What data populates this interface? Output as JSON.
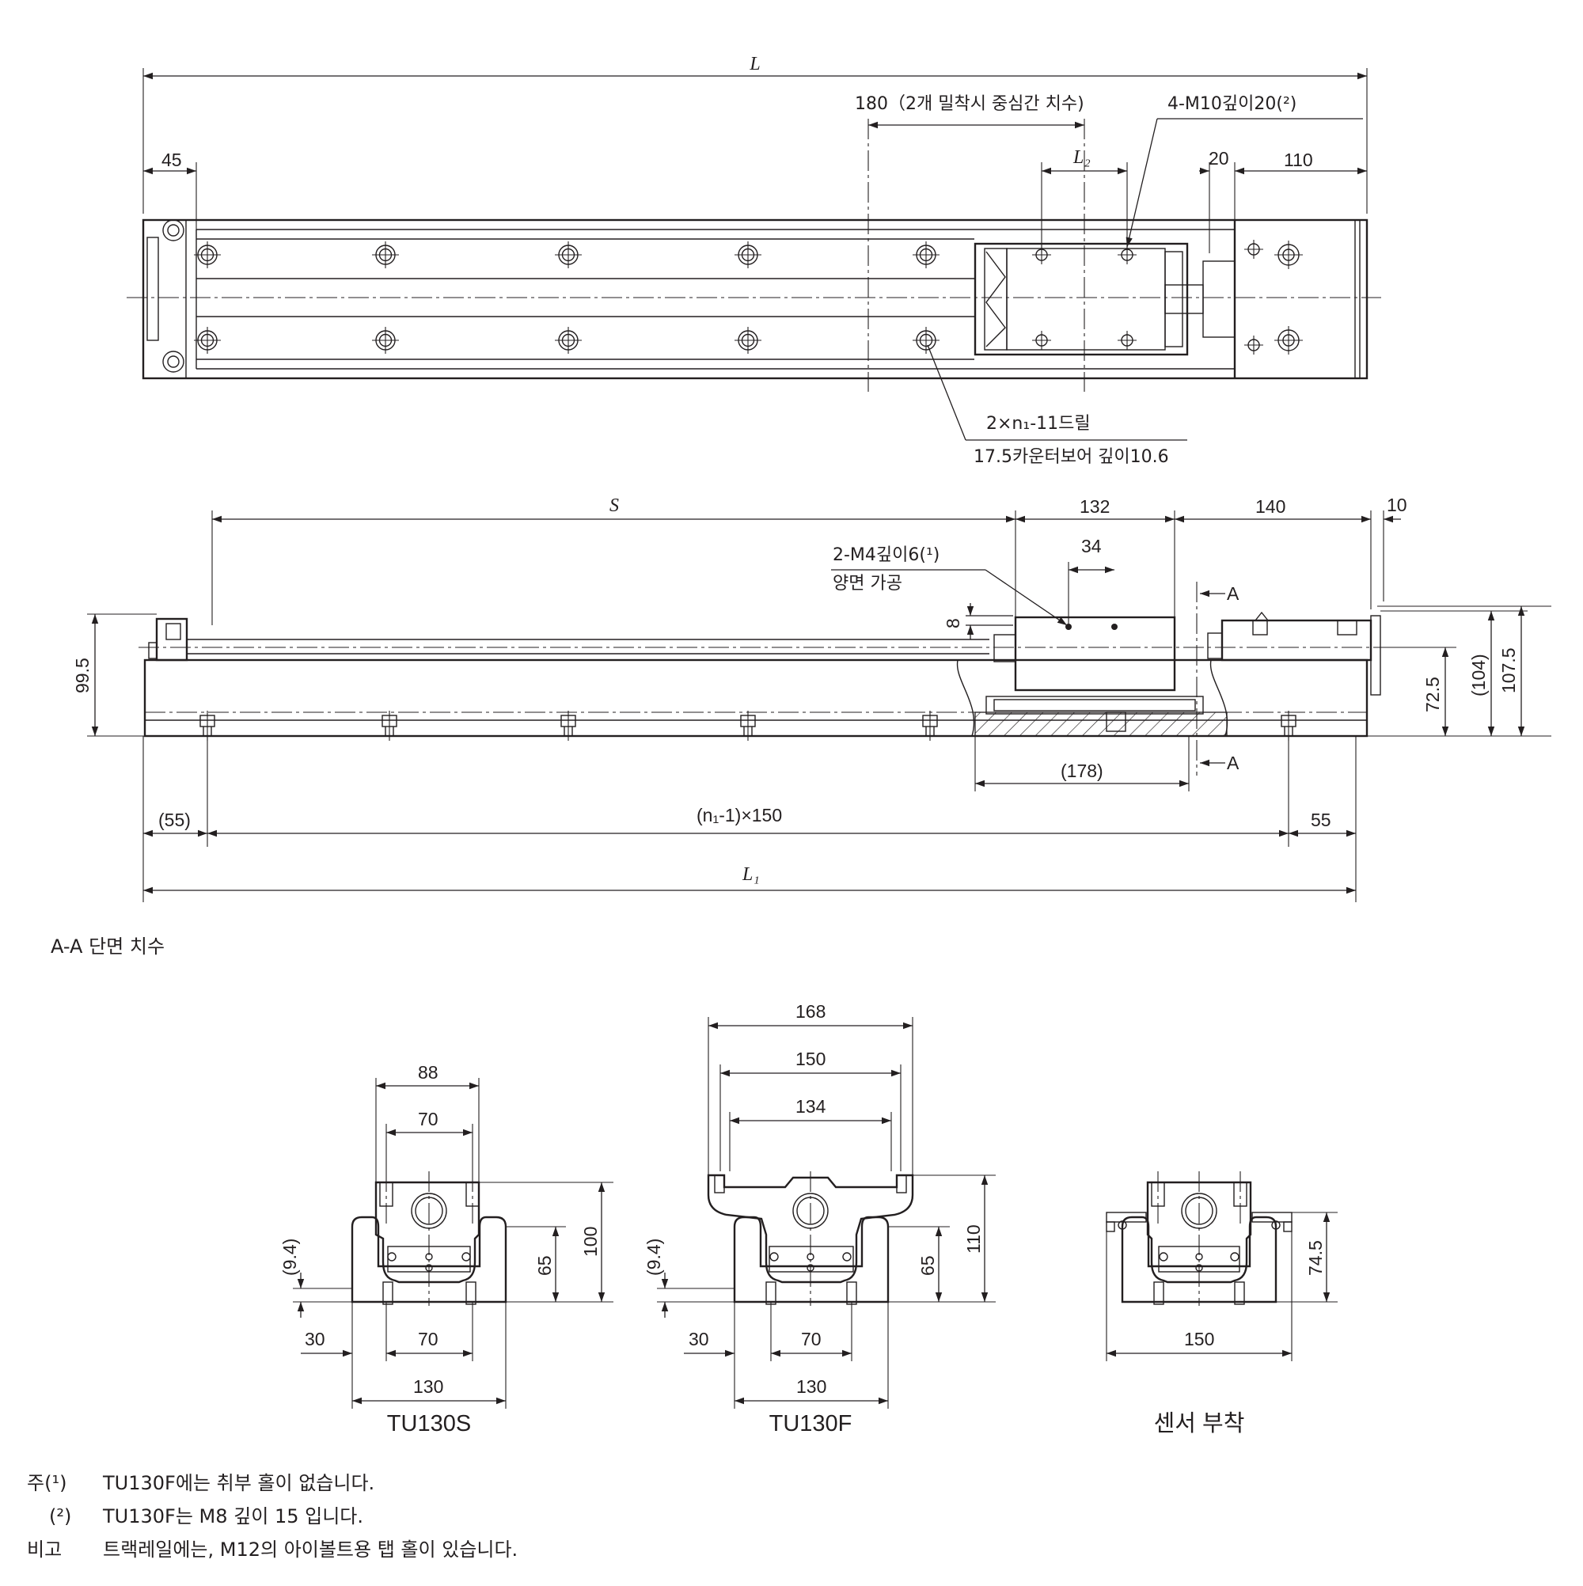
{
  "top_view": {
    "dim_L": "L",
    "dim_180": "180（2개 밀착시 중심간 치수)",
    "callout_tap": "4-M10깊이20(²)",
    "dim_L2": "L₂",
    "dim_45": "45",
    "dim_20": "20",
    "dim_110": "110",
    "drill_line1": "2×n₁-11드릴",
    "drill_line2": "17.5카운터보어 깊이10.6"
  },
  "side_view": {
    "dim_S": "S",
    "dim_132": "132",
    "dim_140": "140",
    "dim_10": "10",
    "dim_34": "34",
    "callout_m4_line1": "2-M4깊이6(¹)",
    "callout_m4_line2": "양면 가공",
    "dim_8": "8",
    "section_mark_top": "A",
    "section_mark_bottom": "A",
    "dim_99_5": "99.5",
    "dim_72_5": "72.5",
    "dim_104": "(104)",
    "dim_107_5": "107.5",
    "dim_178": "(178)",
    "dim_55_left": "(55)",
    "dim_pitch": "(n₁-1)×150",
    "dim_55_right": "55",
    "dim_L1": "L₁"
  },
  "section_title": "A-A 단면 치수",
  "section_tu130s": {
    "name": "TU130S",
    "dim_88": "88",
    "dim_70_top": "70",
    "dim_100": "100",
    "dim_65": "65",
    "dim_9_4": "(9.4)",
    "dim_30": "30",
    "dim_70_bottom": "70",
    "dim_130": "130"
  },
  "section_tu130f": {
    "name": "TU130F",
    "dim_168": "168",
    "dim_150": "150",
    "dim_134": "134",
    "dim_110": "110",
    "dim_65": "65",
    "dim_9_4": "(9.4)",
    "dim_30": "30",
    "dim_70": "70",
    "dim_130": "130"
  },
  "section_sensor": {
    "name": "센서 부착",
    "dim_74_5": "74.5",
    "dim_150": "150"
  },
  "notes": [
    {
      "mark": "주(¹)",
      "text": "TU130F에는 취부 홀이 없습니다."
    },
    {
      "mark": "(²)",
      "text": "TU130F는 M8 깊이 15 입니다."
    },
    {
      "mark": "비고",
      "text": "트랙레일에는, M12의 아이볼트용 탭 홀이 있습니다."
    }
  ]
}
